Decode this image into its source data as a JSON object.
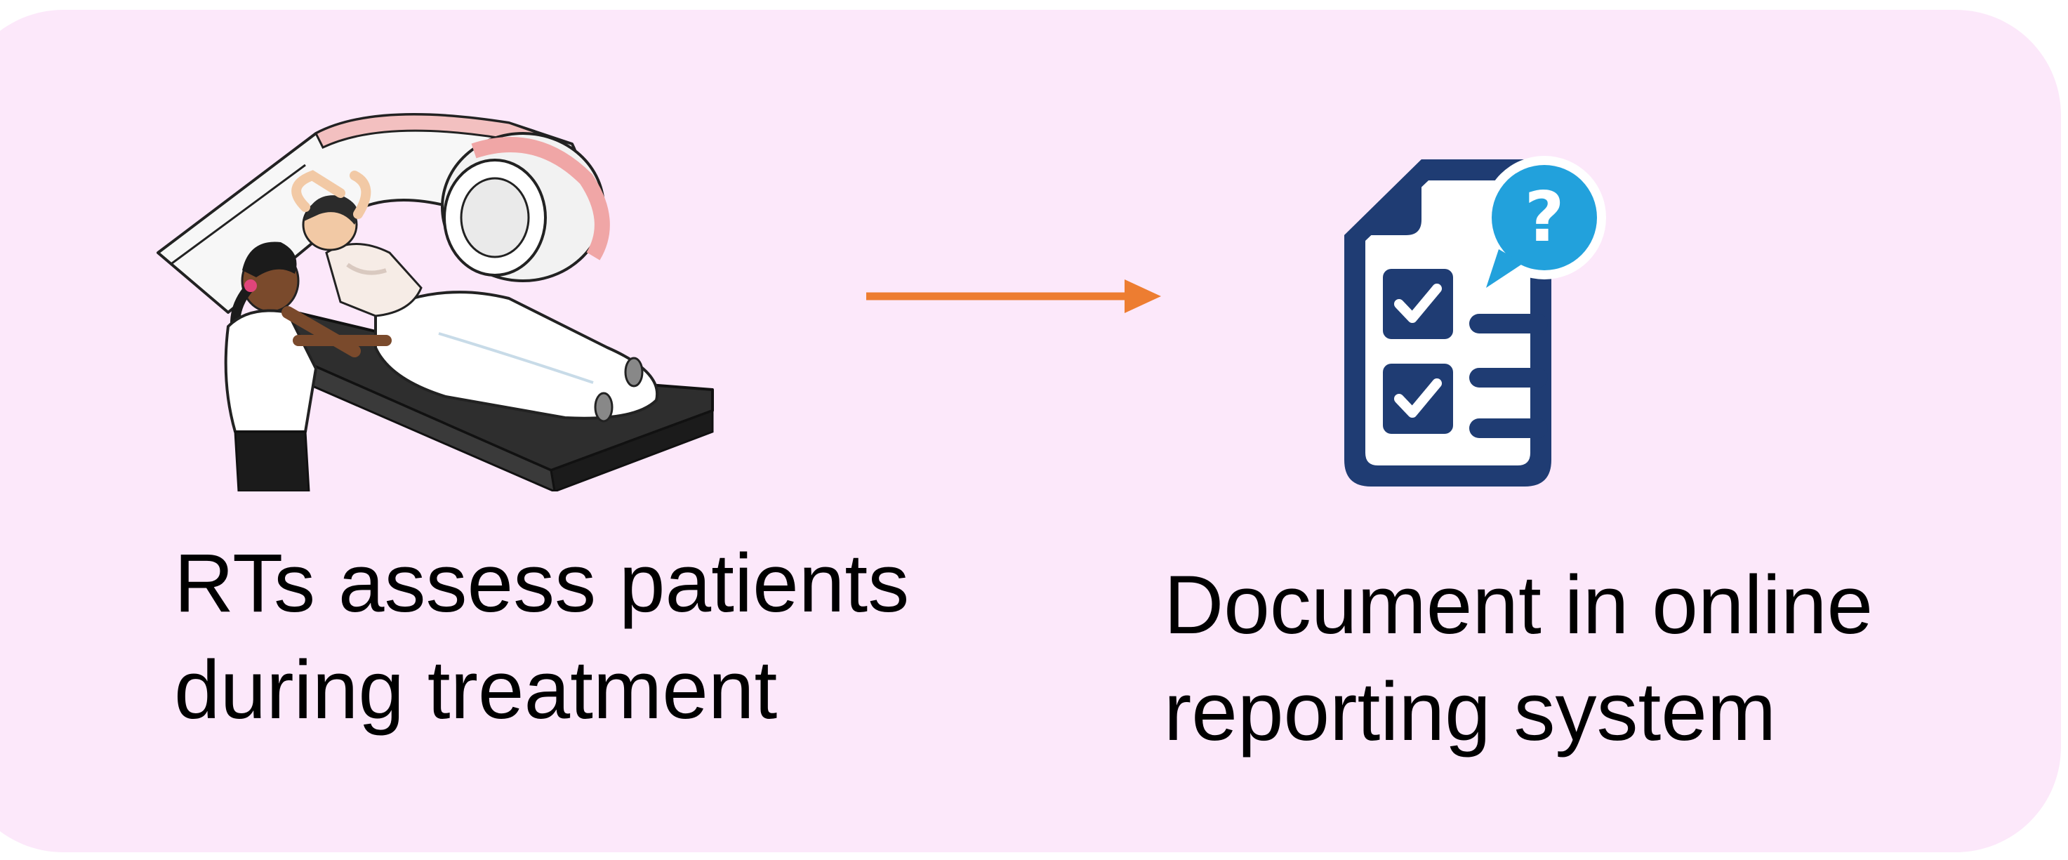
{
  "steps": [
    {
      "caption_lines": [
        "RTs assess patients",
        "during treatment"
      ],
      "icon": "radiotherapy-treatment-illustration"
    },
    {
      "caption_lines": [
        "Document in online",
        "reporting system"
      ],
      "icon": "checklist-document-question-icon"
    }
  ],
  "connector": {
    "icon": "right-arrow-icon"
  },
  "colors": {
    "background": "#fce8fa",
    "arrow": "#ed7d31",
    "doc_navy": "#1f3c73",
    "speech_blue": "#22a1dc",
    "machine_pink": "#f3b6b6"
  }
}
